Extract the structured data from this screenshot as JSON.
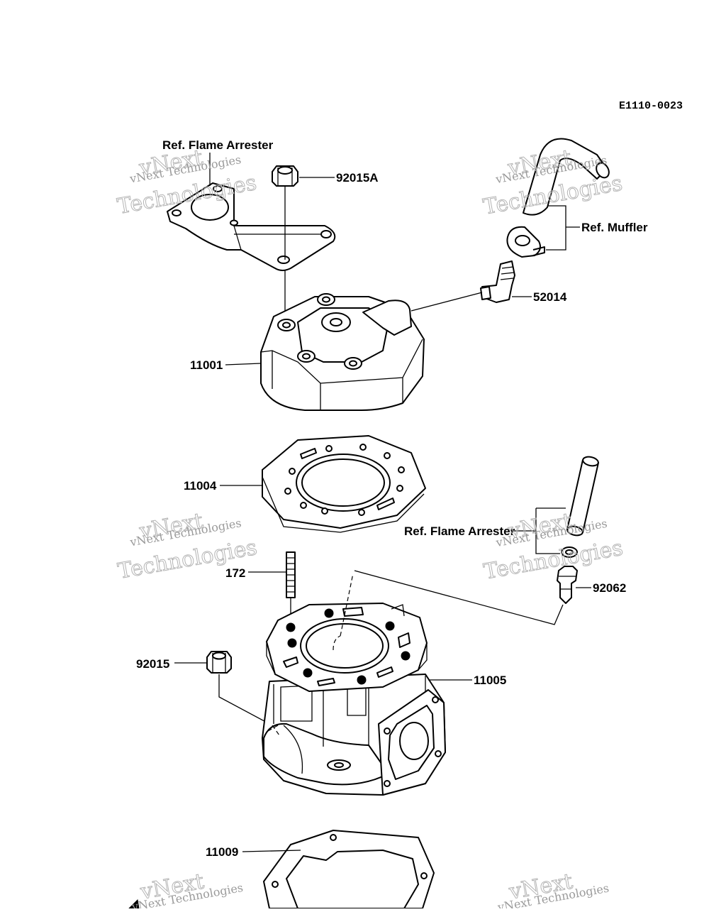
{
  "diagram": {
    "code": "E1110-0023",
    "labels": {
      "ref_flame_arrester_top": "Ref. Flame Arrester",
      "ref_muffler": "Ref. Muffler",
      "ref_flame_arrester_mid": "Ref. Flame Arrester",
      "p92015a": "92015A",
      "p52014": "52014",
      "p11001": "11001",
      "p11004": "11004",
      "p172": "172",
      "p92062": "92062",
      "p92015": "92015",
      "p11005": "11005",
      "p11009": "11009"
    }
  },
  "watermark": {
    "line1": "vNext Technologies",
    "line2": "Technologies",
    "line3": "vNext"
  }
}
